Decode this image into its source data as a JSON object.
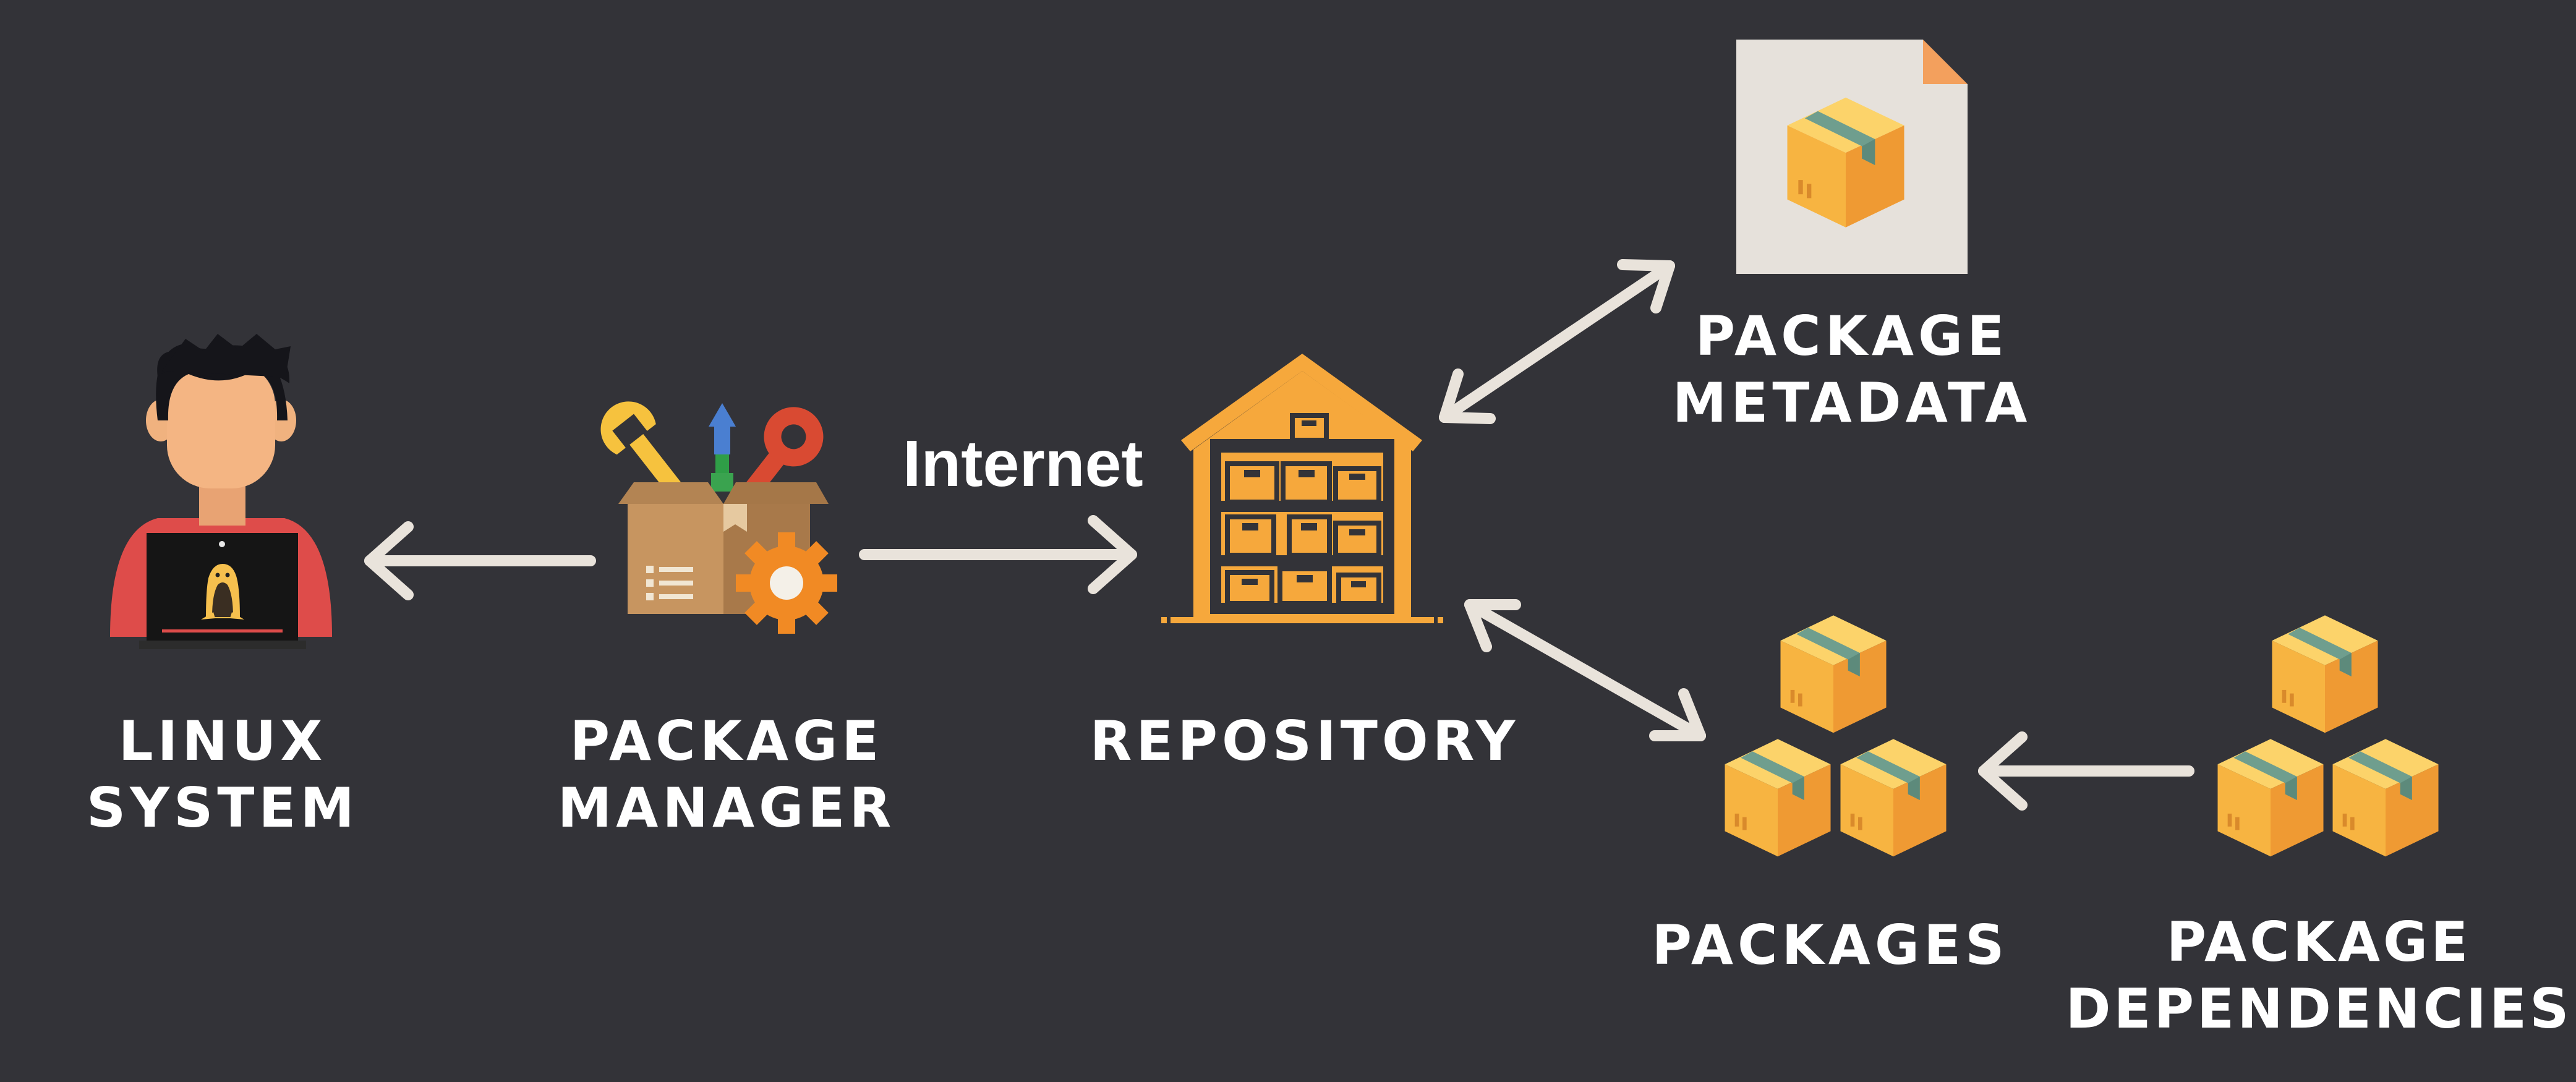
{
  "diagram": {
    "labels": {
      "linux_system": [
        "LINUX",
        "SYSTEM"
      ],
      "package_manager": [
        "PACKAGE",
        "MANAGER"
      ],
      "repository": [
        "REPOSITORY"
      ],
      "package_metadata": [
        "PACKAGE",
        "METADATA"
      ],
      "packages": [
        "PACKAGES"
      ],
      "package_dependencies": [
        "PACKAGE",
        "DEPENDENCIES"
      ]
    },
    "edge_label": "Internet"
  },
  "colors": {
    "background": "#333338",
    "arrow": "#e9e3db",
    "box_orange": "#f2a33c",
    "box_yellow": "#f9c152",
    "tape_teal": "#6a9c8c",
    "user_red": "#de4c4a"
  }
}
